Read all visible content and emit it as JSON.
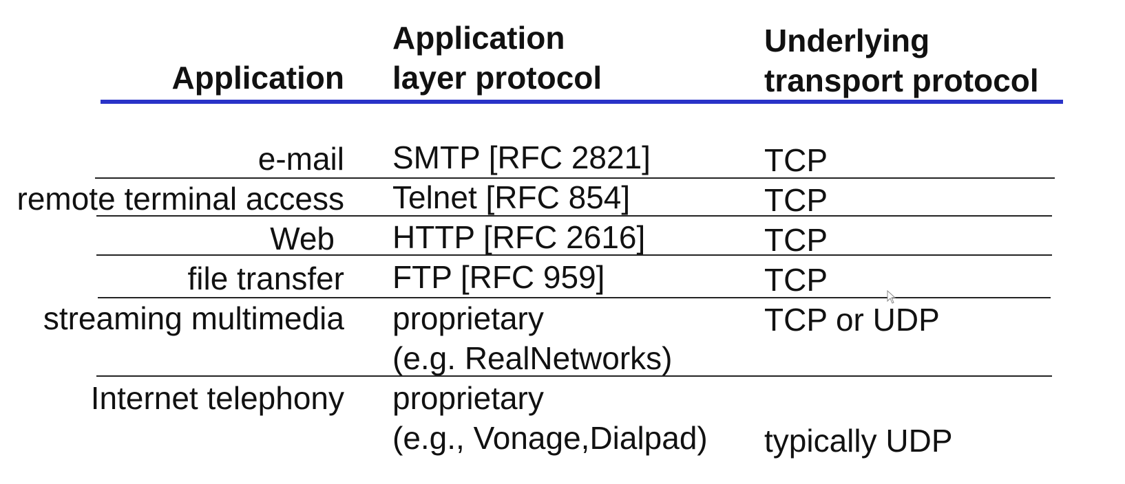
{
  "table": {
    "headers": {
      "application": "Application",
      "app_protocol": [
        "Application",
        "layer protocol"
      ],
      "transport": [
        "Underlying",
        "transport protocol"
      ]
    },
    "rows": [
      {
        "application": "e-mail",
        "app_protocol": [
          "SMTP [RFC 2821]"
        ],
        "transport": "TCP"
      },
      {
        "application": "remote terminal access",
        "app_protocol": [
          "Telnet [RFC 854]"
        ],
        "transport": "TCP"
      },
      {
        "application": "Web",
        "app_protocol": [
          "HTTP [RFC 2616]"
        ],
        "transport": "TCP"
      },
      {
        "application": "file transfer",
        "app_protocol": [
          "FTP [RFC 959]"
        ],
        "transport": "TCP"
      },
      {
        "application": "streaming multimedia",
        "app_protocol": [
          "proprietary",
          "(e.g. RealNetworks)"
        ],
        "transport": "TCP or UDP"
      },
      {
        "application": "Internet telephony",
        "app_protocol": [
          "proprietary",
          "(e.g., Vonage,Dialpad)"
        ],
        "transport": "typically UDP"
      }
    ]
  },
  "colors": {
    "header_rule": "#2a33c8",
    "row_rule": "#222222",
    "text": "#111111"
  }
}
